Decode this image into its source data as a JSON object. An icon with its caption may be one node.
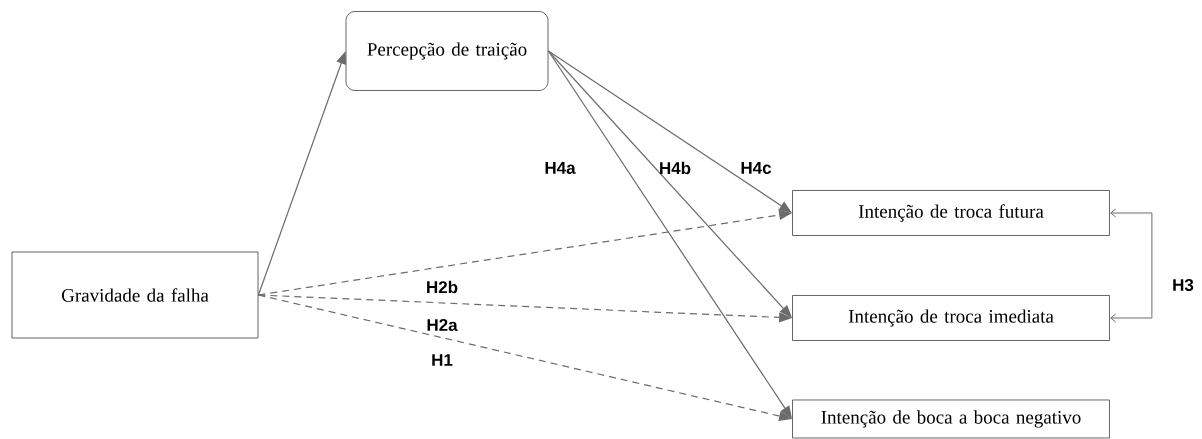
{
  "diagram": {
    "nodes": [
      {
        "text": [
          "Percepção de traição"
        ]
      },
      {
        "text": [
          "Gravidade da falha"
        ]
      },
      {
        "text": [
          "Intenção de troca futura"
        ]
      },
      {
        "text": [
          "Intenção de troca imediata"
        ]
      },
      {
        "text": [
          "Intenção de boca a boca negativo"
        ]
      }
    ],
    "edges": [
      {
        "from": 1,
        "to": 0,
        "arrow": "to"
      },
      {
        "from": 0,
        "to": 4,
        "arrow": "to",
        "label": "H4a"
      },
      {
        "from": 0,
        "to": 3,
        "arrow": "to",
        "label": "H4b"
      },
      {
        "from": 0,
        "to": 2,
        "arrow": "to",
        "label": "H4c"
      },
      {
        "from": 1,
        "to": 2,
        "arrow": "to",
        "label": "H2b",
        "style": "dashed"
      },
      {
        "from": 1,
        "to": 3,
        "arrow": "to",
        "label": "H2a",
        "style": "dashed"
      },
      {
        "from": 1,
        "to": 4,
        "arrow": "to",
        "label": "H1",
        "style": "dashed"
      },
      {
        "from": 2,
        "to": 3,
        "arrow": "both",
        "label": "H3"
      }
    ]
  }
}
